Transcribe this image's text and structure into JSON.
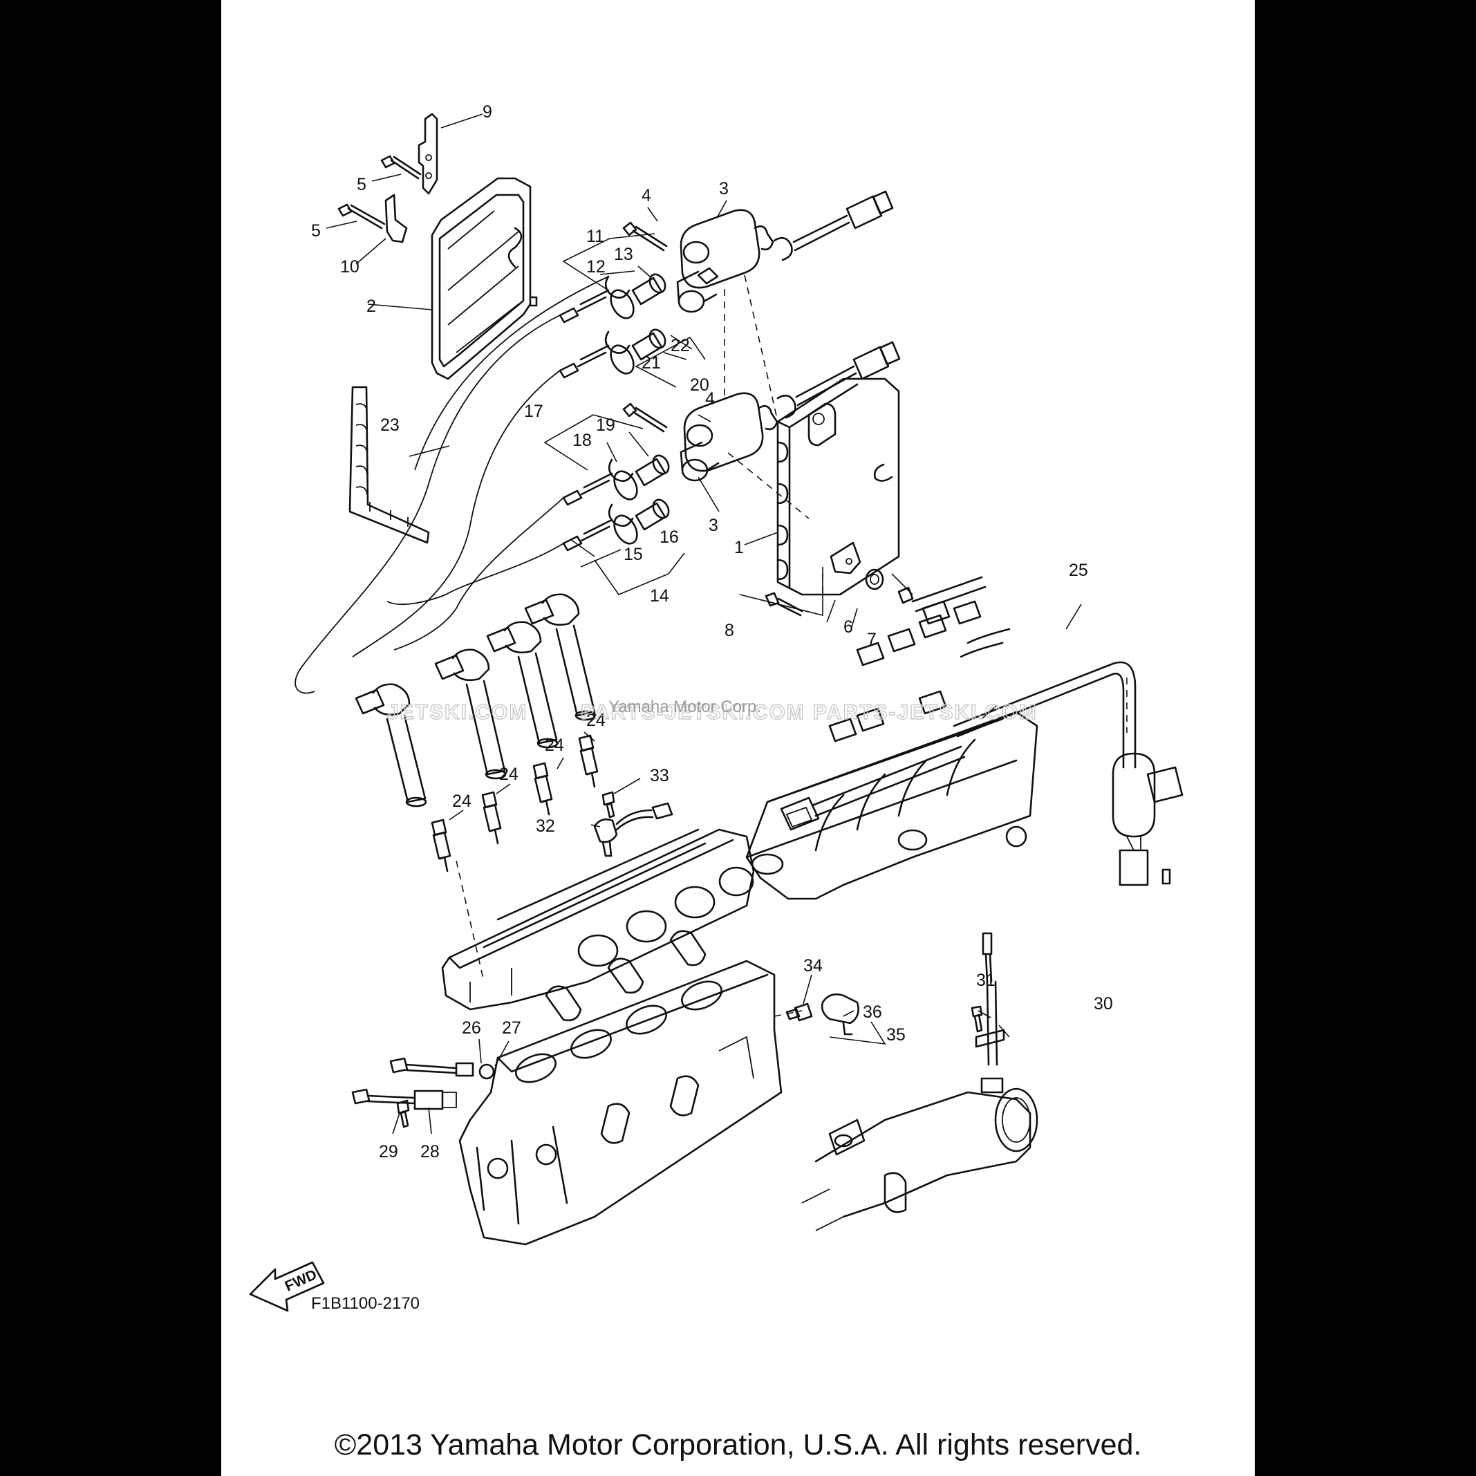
{
  "diagram": {
    "figure_code": "F1B1100-2170",
    "fwd_label": "FWD",
    "watermark_left": "JETSKI.COM",
    "watermark_mid_left": "PARTS-JETSKI.COM",
    "watermark_credit": "Yamaha Motor Corp.",
    "watermark_right": "PARTS-JETSKI.COM",
    "callouts": {
      "c1": "1",
      "c2": "2",
      "c3a": "3",
      "c3b": "3",
      "c4a": "4",
      "c4b": "4",
      "c5a": "5",
      "c5b": "5",
      "c6": "6",
      "c7": "7",
      "c8": "8",
      "c9": "9",
      "c10": "10",
      "c11": "11",
      "c12": "12",
      "c13": "13",
      "c14": "14",
      "c15": "15",
      "c16": "16",
      "c17": "17",
      "c18": "18",
      "c19": "19",
      "c20": "20",
      "c21": "21",
      "c22": "22",
      "c23": "23",
      "c24a": "24",
      "c24b": "24",
      "c24c": "24",
      "c24d": "24",
      "c25": "25",
      "c26": "26",
      "c27": "27",
      "c28": "28",
      "c29": "29",
      "c30": "30",
      "c31": "31",
      "c32": "32",
      "c33": "33",
      "c34": "34",
      "c35": "35",
      "c36": "36"
    }
  },
  "footer": {
    "copyright": "©2013 Yamaha Motor Corporation, U.S.A. All rights reserved."
  }
}
